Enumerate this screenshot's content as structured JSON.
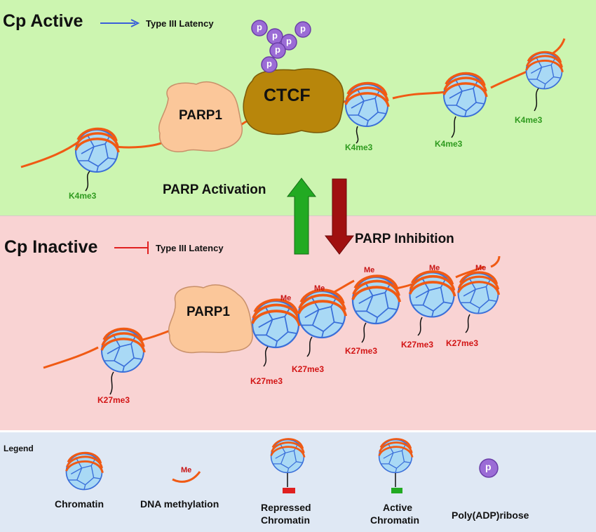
{
  "active": {
    "title": "Cp Active",
    "arrow_label": "Type III Latency",
    "parp_label": "PARP1",
    "ctcf_label": "CTCF",
    "poly_symbol": "p",
    "mark_label": "K4me3"
  },
  "inactive": {
    "title": "Cp Inactive",
    "arrow_label": "Type III Latency",
    "parp_label": "PARP1",
    "mark_label": "K27me3",
    "me_label": "Me"
  },
  "transitions": {
    "activation": "PARP Activation",
    "inhibition": "PARP Inhibition"
  },
  "legend": {
    "title": "Legend",
    "chromatin": "Chromatin",
    "dna_methylation": "DNA methylation",
    "me_label": "Me",
    "repressed_line1": "Repressed",
    "repressed_line2": "Chromatin",
    "active_line1": "Active",
    "active_line2": "Chromatin",
    "poly": "Poly(ADP)ribose",
    "poly_symbol": "p"
  },
  "colors": {
    "active_bg": "#ccf5b0",
    "inactive_bg": "#f9d3d3",
    "legend_bg": "#dfe8f4",
    "dna": "#f05a14",
    "nucleosome": "#a9d9f5",
    "nucleosome_stroke": "#3a6fd9",
    "parp": "#fbc79a",
    "ctcf": "#b8860b",
    "poly": "#9b6cd6",
    "activation_arrow": "#22aa22",
    "inhibition_arrow": "#a01010",
    "k4me3": "#2e9a1e",
    "k27me3": "#d21414"
  }
}
